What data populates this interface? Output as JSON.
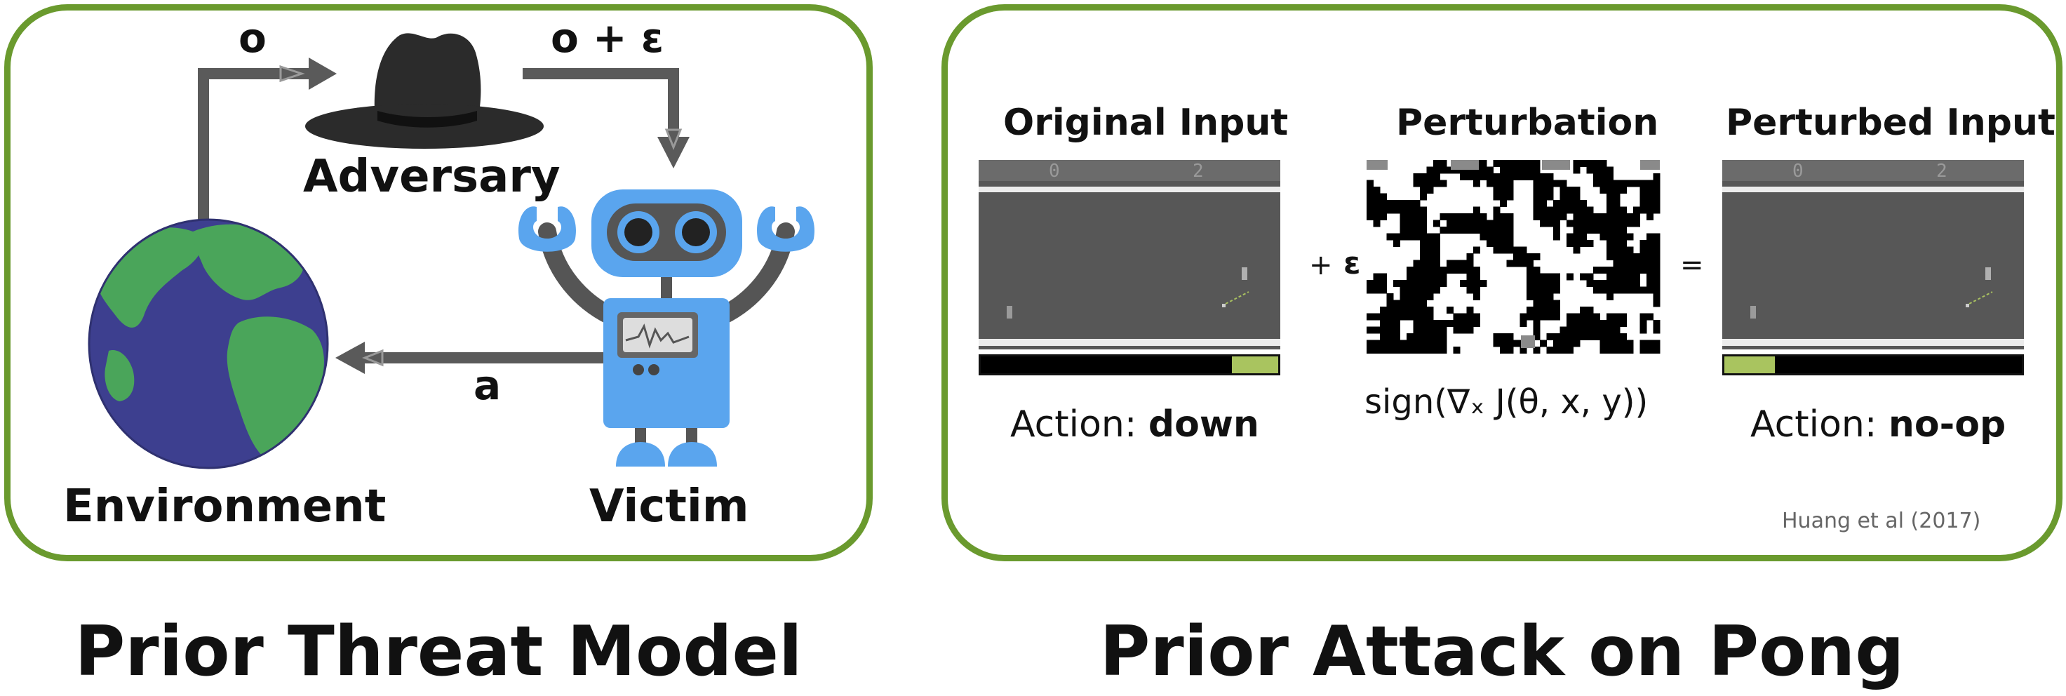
{
  "threat_model": {
    "caption": "Prior Threat Model",
    "labels": {
      "observation": "o",
      "perturbed_observation": "o + ε",
      "adversary": "Adversary",
      "action": "a",
      "environment": "Environment",
      "victim": "Victim"
    },
    "icons": [
      "fedora-hat-icon",
      "globe-icon",
      "robot-icon"
    ]
  },
  "pong_attack": {
    "caption": "Prior Attack on Pong",
    "original": {
      "title": "Original Input",
      "action_prefix": "Action: ",
      "action": "down"
    },
    "perturbation": {
      "title": "Perturbation",
      "formula": "sign(∇ₓ J(θ, x, y))",
      "plus": "+",
      "epsilon": "ε"
    },
    "equals": "=",
    "perturbed": {
      "title": "Perturbed Input",
      "action_prefix": "Action: ",
      "action": "no-op"
    },
    "citation": "Huang et al (2017)",
    "score_left": "0",
    "score_right": "2",
    "original_action_probs": {
      "down": 0.84,
      "no-op": 0.16
    },
    "perturbed_action_probs": {
      "no-op": 0.16,
      "down": 0.84
    }
  },
  "colors": {
    "panel_border": "#6a9a2e",
    "action_bar_highlight": "#a9c45f",
    "robot_blue": "#5aa5ee",
    "globe_ocean": "#3d3f8f",
    "globe_land": "#4aa55a"
  }
}
